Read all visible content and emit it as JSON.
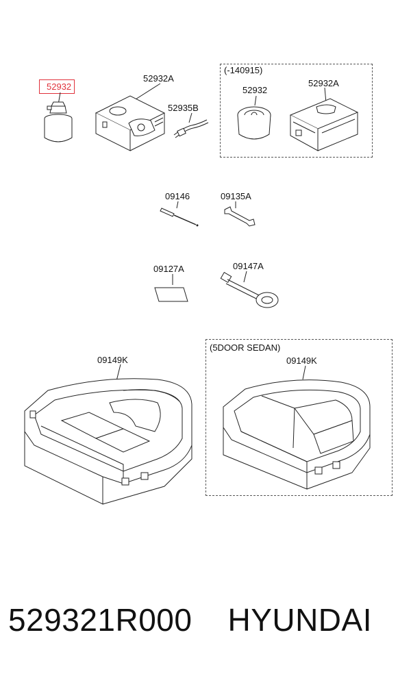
{
  "diagram": {
    "groups": {
      "dated": {
        "caption": "(-140915)"
      },
      "sedan": {
        "caption": "(5DOOR SEDAN)"
      }
    },
    "labels": {
      "p52932_hl": "52932",
      "p52932A_1": "52932A",
      "p52935B": "52935B",
      "p52932_2": "52932",
      "p52932A_2": "52932A",
      "p09146": "09146",
      "p09135A": "09135A",
      "p09127A": "09127A",
      "p09147A": "09147A",
      "p09149K_1": "09149K",
      "p09149K_2": "09149K"
    },
    "highlight_color": "#e0303a"
  },
  "footer": {
    "part_number": "529321R000",
    "brand": "HYUNDAI"
  }
}
